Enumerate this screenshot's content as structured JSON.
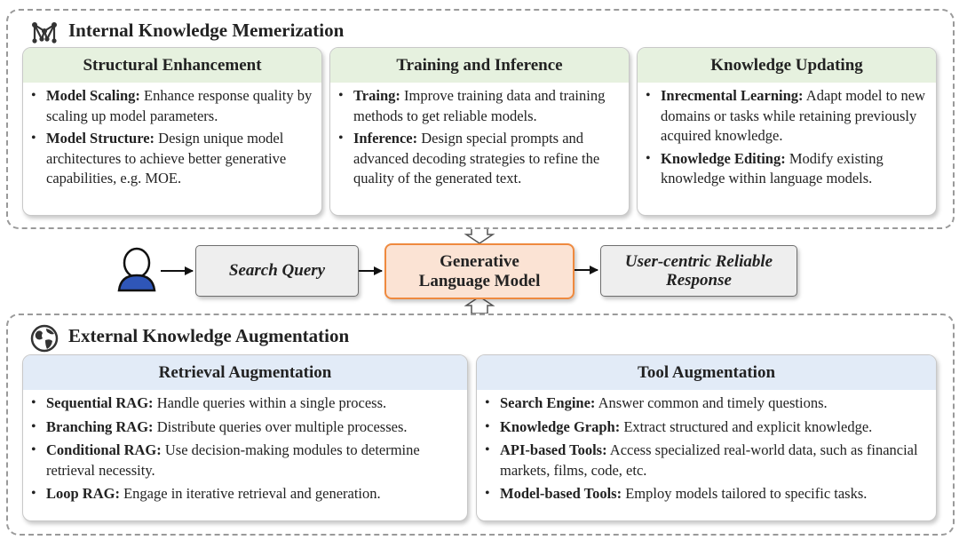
{
  "internal": {
    "title": "Internal Knowledge Memerization",
    "cards": [
      {
        "title": "Structural Enhancement",
        "items": [
          {
            "term": "Model Scaling:",
            "desc": " Enhance response quality by scaling up model parameters."
          },
          {
            "term": "Model Structure:",
            "desc": " Design unique model architectures to achieve better generative capabilities, e.g. MOE."
          }
        ]
      },
      {
        "title": "Training and Inference",
        "items": [
          {
            "term": "Traing:",
            "desc": " Improve training data and training methods to get reliable models."
          },
          {
            "term": "Inference:",
            "desc": " Design special prompts and advanced decoding strategies to refine the quality of the generated text."
          }
        ]
      },
      {
        "title": "Knowledge Updating",
        "items": [
          {
            "term": "Inrecmental Learning:",
            "desc": " Adapt model to new domains or tasks while retaining previously acquired knowledge."
          },
          {
            "term": "Knowledge Editing:",
            "desc": " Modify existing knowledge within language models."
          }
        ]
      }
    ]
  },
  "flow": {
    "query": "Search Query",
    "model_line1": "Generative",
    "model_line2": "Language Model",
    "response_line1": "User-centric Reliable",
    "response_line2": "Response"
  },
  "external": {
    "title": "External Knowledge Augmentation",
    "cards": [
      {
        "title": "Retrieval Augmentation",
        "items": [
          {
            "term": "Sequential RAG:",
            "desc": " Handle queries within a single process."
          },
          {
            "term": "Branching RAG:",
            "desc": " Distribute queries over multiple processes."
          },
          {
            "term": "Conditional RAG:",
            "desc": " Use decision-making modules to determine retrieval necessity."
          },
          {
            "term": "Loop RAG:",
            "desc": " Engage in iterative retrieval and generation."
          }
        ]
      },
      {
        "title": "Tool Augmentation",
        "items": [
          {
            "term": "Search Engine:",
            "desc": " Answer common and timely questions."
          },
          {
            "term": "Knowledge Graph:",
            "desc": " Extract structured and explicit knowledge."
          },
          {
            "term": "API-based Tools:",
            "desc": " Access specialized real-world data, such as financial markets, films, code, etc."
          },
          {
            "term": "Model-based Tools:",
            "desc": " Employ models tailored to specific tasks."
          }
        ]
      }
    ]
  },
  "icons": {
    "internal": "network-icon",
    "external": "globe-icon",
    "user": "user-icon"
  },
  "colors": {
    "green_header": "#e6f1df",
    "blue_header": "#e2ebf7",
    "model_fill": "#fbe3d4",
    "model_border": "#ef8a3f",
    "user_accent": "#2f56b8"
  }
}
